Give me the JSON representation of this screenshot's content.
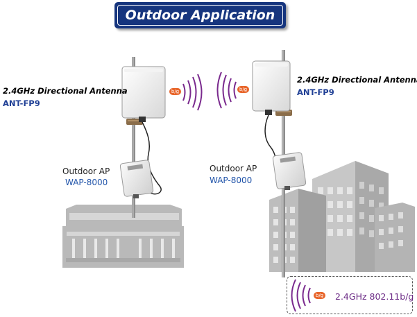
{
  "title": "Outdoor Application",
  "left": {
    "antenna_label": "2.4GHz Directional Antenna",
    "antenna_model": "ANT-FP9",
    "ap_label": "Outdoor AP",
    "ap_model": "WAP-8000"
  },
  "right": {
    "antenna_label": "2.4GHz Directional Antenna",
    "antenna_model": "ANT-FP9",
    "ap_label": "Outdoor AP",
    "ap_model": "WAP-8000"
  },
  "signal_badge": "b/g",
  "legend": {
    "badge": "b/g",
    "text": "2.4GHz 802.11b/g"
  },
  "colors": {
    "title_bg": "#16357e",
    "wave": "#7a2a8e",
    "badge": "#e8652a",
    "model_text": "#1f3f95",
    "legend_text": "#6b2a85",
    "building": "#b9b9b9"
  }
}
